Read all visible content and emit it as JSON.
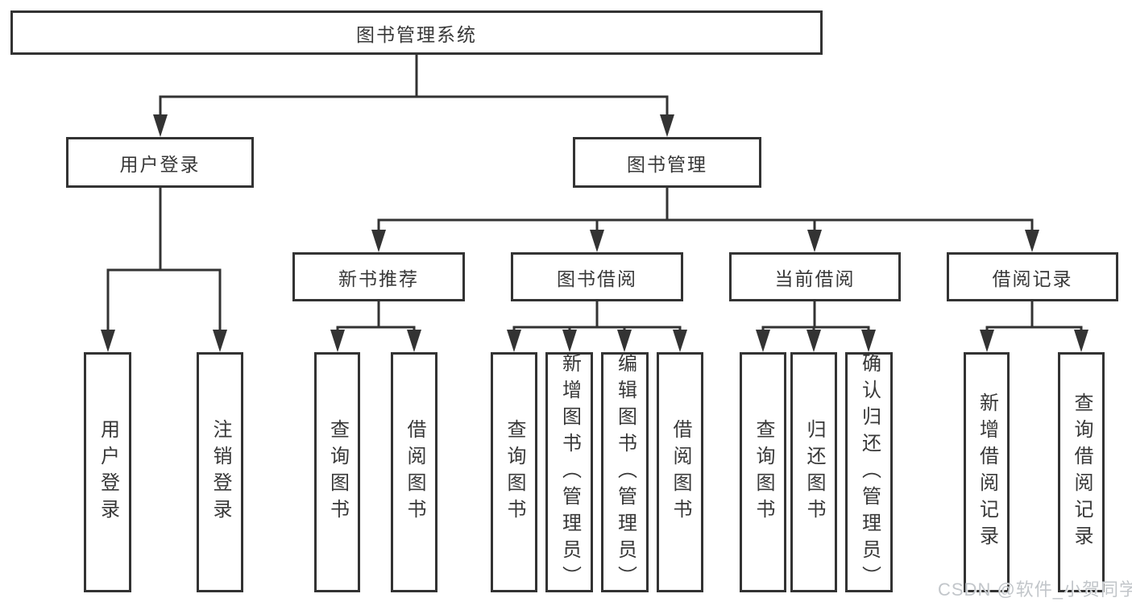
{
  "diagram_title": "图书管理系统",
  "tree": {
    "label": "图书管理系统",
    "children": [
      {
        "label": "用户登录",
        "children": [
          {
            "label": "用户登录"
          },
          {
            "label": "注销登录"
          }
        ]
      },
      {
        "label": "图书管理",
        "children": [
          {
            "label": "新书推荐",
            "children": [
              {
                "label": "查询图书"
              },
              {
                "label": "借阅图书"
              }
            ]
          },
          {
            "label": "图书借阅",
            "children": [
              {
                "label": "查询图书"
              },
              {
                "label": "新增图书（管理员）"
              },
              {
                "label": "编辑图书（管理员）"
              },
              {
                "label": "借阅图书"
              }
            ]
          },
          {
            "label": "当前借阅",
            "children": [
              {
                "label": "查询图书"
              },
              {
                "label": "归还图书"
              },
              {
                "label": "确认归还（管理员）"
              }
            ]
          },
          {
            "label": "借阅记录",
            "children": [
              {
                "label": "新增借阅记录"
              },
              {
                "label": "查询借阅记录"
              }
            ]
          }
        ]
      }
    ]
  },
  "watermark": {
    "text": "CSDN @软件_小贺同学",
    "color": "#c2c6ca"
  },
  "style_colors": {
    "line": "#333333",
    "box_fill": "#ffffff",
    "text": "#383838"
  }
}
